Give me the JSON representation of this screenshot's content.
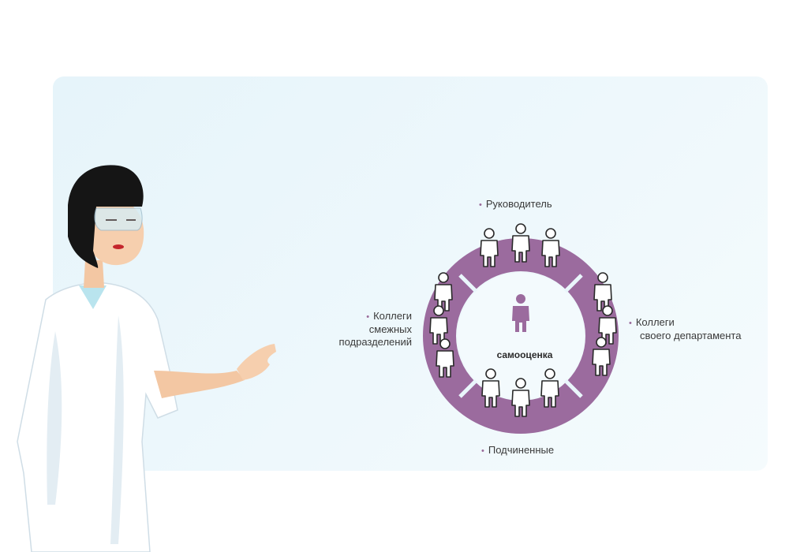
{
  "diagram": {
    "center_label": "самооценка",
    "top_label": "Руководитель",
    "bottom_label": "Подчиненные",
    "left_label_lines": [
      "Коллеги",
      "смежных",
      "подразделений"
    ],
    "right_label_lines": [
      "Коллеги",
      "своего департамента"
    ],
    "bullet": "•"
  },
  "colors": {
    "ring": "#9b6b9e",
    "center_person": "#9b6b9e",
    "board": "#e9f6fb",
    "coat": "#ffffff",
    "hair": "#151515"
  },
  "icons": [
    "person-icon",
    "doctor-illustration"
  ]
}
